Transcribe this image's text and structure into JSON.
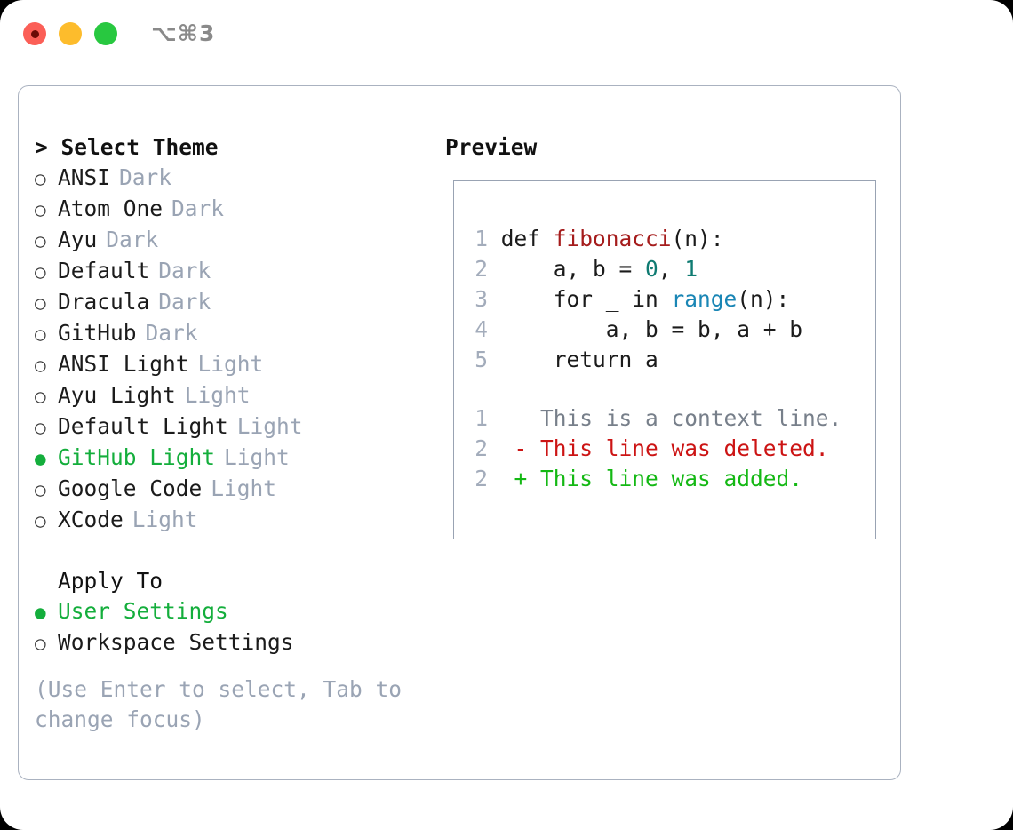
{
  "window": {
    "traffic_lights": [
      {
        "name": "close",
        "color": "#fb5f57"
      },
      {
        "name": "minimize",
        "color": "#fdbc2c"
      },
      {
        "name": "zoom",
        "color": "#28c840"
      }
    ],
    "shortcut": "⌥⌘3"
  },
  "colors": {
    "accent_green": "#14ae3c",
    "tag_gray": "#9aa4b4",
    "border": "#aab2c0",
    "preview_border": "#99a3b3",
    "linenum": "#a3acbb",
    "diff_add": "#14b814",
    "diff_del": "#cc1414",
    "diff_ctx": "#777f8a",
    "syntax_function": "#a51c1c",
    "syntax_number": "#0f7b72",
    "syntax_builtin": "#1a86b5"
  },
  "theme_picker": {
    "header": "> Select Theme",
    "focused": true,
    "items": [
      {
        "bullet": "○",
        "label": "ANSI",
        "tag": "Dark",
        "selected": false
      },
      {
        "bullet": "○",
        "label": "Atom One",
        "tag": "Dark",
        "selected": false
      },
      {
        "bullet": "○",
        "label": "Ayu",
        "tag": "Dark",
        "selected": false
      },
      {
        "bullet": "○",
        "label": "Default",
        "tag": "Dark",
        "selected": false
      },
      {
        "bullet": "○",
        "label": "Dracula",
        "tag": "Dark",
        "selected": false
      },
      {
        "bullet": "○",
        "label": "GitHub",
        "tag": "Dark",
        "selected": false
      },
      {
        "bullet": "○",
        "label": "ANSI Light",
        "tag": "Light",
        "selected": false
      },
      {
        "bullet": "○",
        "label": "Ayu Light",
        "tag": "Light",
        "selected": false
      },
      {
        "bullet": "○",
        "label": "Default Light",
        "tag": "Light",
        "selected": false
      },
      {
        "bullet": "●",
        "label": "GitHub Light",
        "tag": "Light",
        "selected": true
      },
      {
        "bullet": "○",
        "label": "Google Code",
        "tag": "Light",
        "selected": false
      },
      {
        "bullet": "○",
        "label": "XCode",
        "tag": "Light",
        "selected": false
      }
    ]
  },
  "apply_to": {
    "header": "Apply To",
    "items": [
      {
        "bullet": "●",
        "label": "User Settings",
        "selected": true
      },
      {
        "bullet": "○",
        "label": "Workspace Settings",
        "selected": false
      }
    ]
  },
  "hint": "(Use Enter to select, Tab to change focus)",
  "preview": {
    "header": "Preview",
    "code_lines": [
      {
        "num": "1",
        "segments": [
          {
            "text": "def ",
            "token": "kw"
          },
          {
            "text": "fibonacci",
            "token": "fn"
          },
          {
            "text": "(n):",
            "token": "plain"
          }
        ]
      },
      {
        "num": "2",
        "segments": [
          {
            "text": "    a, b = ",
            "token": "plain"
          },
          {
            "text": "0",
            "token": "num"
          },
          {
            "text": ", ",
            "token": "plain"
          },
          {
            "text": "1",
            "token": "num"
          }
        ]
      },
      {
        "num": "3",
        "segments": [
          {
            "text": "    for _ in ",
            "token": "kw"
          },
          {
            "text": "range",
            "token": "blt"
          },
          {
            "text": "(n):",
            "token": "plain"
          }
        ]
      },
      {
        "num": "4",
        "segments": [
          {
            "text": "        a, b = b, a + b",
            "token": "plain"
          }
        ]
      },
      {
        "num": "5",
        "segments": [
          {
            "text": "    return a",
            "token": "kw"
          }
        ]
      }
    ],
    "diff_lines": [
      {
        "num": "1",
        "marker": " ",
        "text": "This is a context line.",
        "kind": "context"
      },
      {
        "num": "2",
        "marker": "-",
        "text": "This line was deleted.",
        "kind": "deleted"
      },
      {
        "num": "2",
        "marker": "+",
        "text": "This line was added.",
        "kind": "added"
      }
    ]
  }
}
